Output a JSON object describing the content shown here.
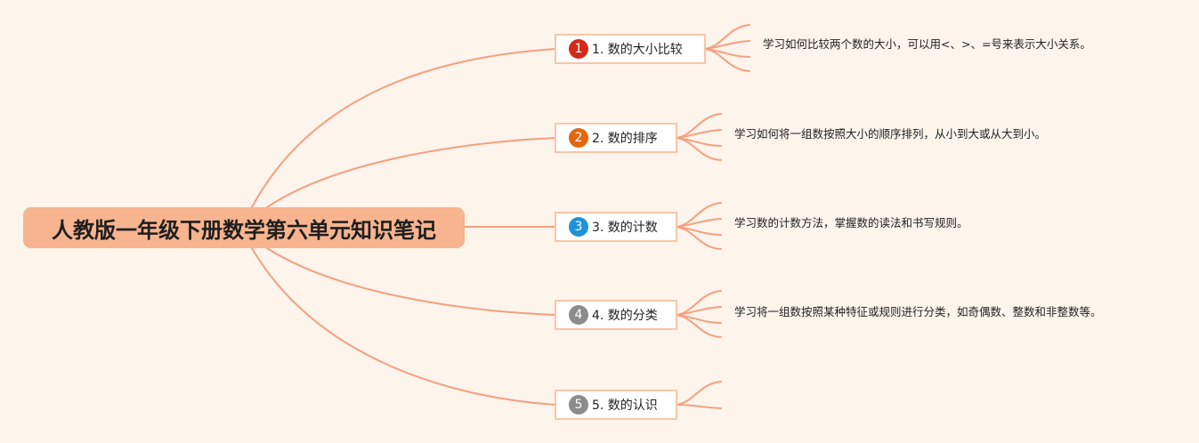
{
  "title": "人教版一年级下册数学第六单元知识笔记",
  "colors": {
    "background": "#fdf4ec",
    "root_fill": "#f7b48f",
    "connector": "#f4a07f",
    "node_border": "#f7c6a7"
  },
  "topics": [
    {
      "number": "1",
      "label": "1. 数的大小比较",
      "badge_color": "#d42a1a",
      "description": "学习如何比较两个数的大小，可以用<、>、=号来表示大小关系。"
    },
    {
      "number": "2",
      "label": "2. 数的排序",
      "badge_color": "#e2670f",
      "description": "学习如何将一组数按照大小的顺序排列，从小到大或从大到小。"
    },
    {
      "number": "3",
      "label": "3. 数的计数",
      "badge_color": "#1e92d8",
      "description": "学习数的计数方法，掌握数的读法和书写规则。"
    },
    {
      "number": "4",
      "label": "4. 数的分类",
      "badge_color": "#8c8c8c",
      "description": "学习将一组数按照某种特征或规则进行分类，如奇偶数、整数和非整数等。"
    },
    {
      "number": "5",
      "label": "5. 数的认识",
      "badge_color": "#8c8c8c",
      "description": ""
    }
  ]
}
